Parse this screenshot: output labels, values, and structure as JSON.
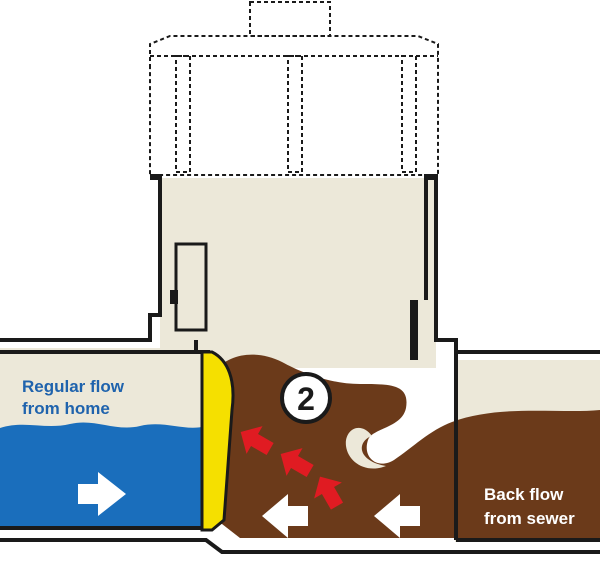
{
  "labels": {
    "regular_flow_line1": "Regular flow",
    "regular_flow_line2": "from home",
    "back_flow_line1": "Back flow",
    "back_flow_line2": "from sewer"
  },
  "step_number": "2",
  "colors": {
    "regular_flow_text": "#1f63ad",
    "back_flow_text": "#ffffff",
    "clean_water": "#1a6ebc",
    "sewage": "#6b3a1a",
    "pipe_interior": "#ece8d9",
    "pipe_wall": "#1a1a1a",
    "flap_gate": "#f5e000",
    "backflow_arrows": "#e01b22",
    "flow_arrows": "#ffffff"
  },
  "icons": {
    "flow_arrow": "arrow-right-icon",
    "backflow_arrow": "arrow-diagonal-icon",
    "reverse_flow_arrow": "arrow-left-icon"
  }
}
